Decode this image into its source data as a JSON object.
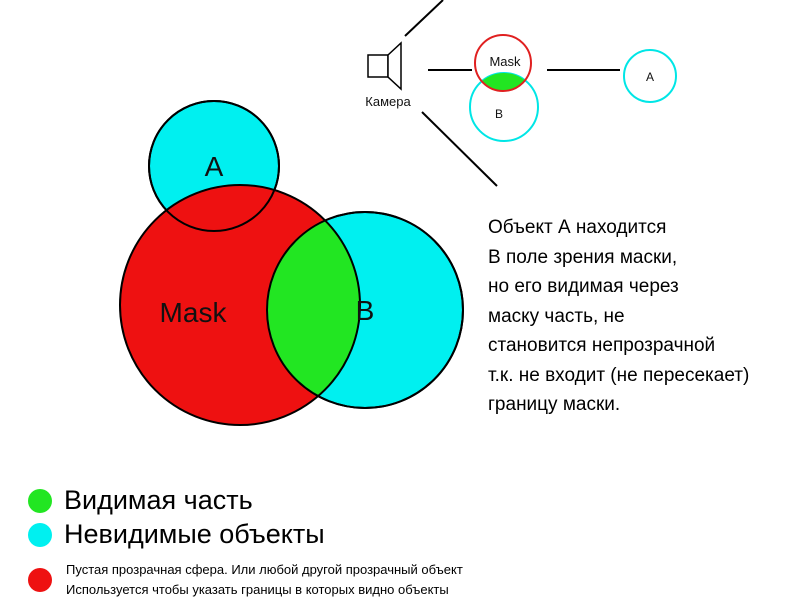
{
  "colors": {
    "visible": "#22e622",
    "invisible": "#00f0f0",
    "mask": "#ee1111",
    "mask_outline_small": "#e02020"
  },
  "icons": {
    "camera": "camera-icon"
  },
  "scheme": {
    "camera_label": "Камера",
    "mask_label": "Mask",
    "b_label": "B",
    "a_label": "A"
  },
  "main": {
    "a_label": "A",
    "mask_label": "Mask",
    "b_label": "B"
  },
  "explanation": [
    "Объект А находится",
    "В поле зрения маски,",
    "но его видимая через",
    "маску часть, не",
    "становится непрозрачной",
    "т.к. не входит (не пересекает)",
    "границу маски."
  ],
  "legend": {
    "visible_label": "Видимая часть",
    "invisible_label": "Невидимые объекты",
    "mask_line1": "Пустая прозрачная сфера. Или любой другой прозрачный объект",
    "mask_line2": "Используется чтобы указать границы в которых видно объекты"
  }
}
